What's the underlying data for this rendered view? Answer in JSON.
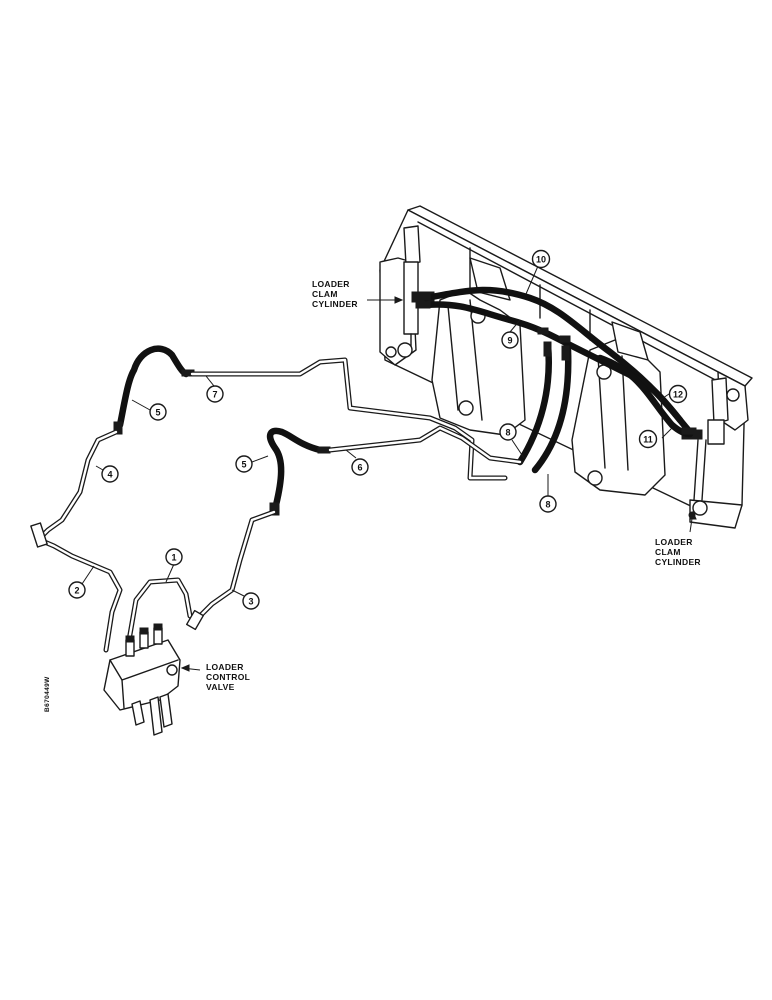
{
  "callouts": {
    "c1": "1",
    "c2": "2",
    "c3": "3",
    "c4": "4",
    "c5a": "5",
    "c5b": "5",
    "c6": "6",
    "c7": "7",
    "c8a": "8",
    "c8b": "8",
    "c9": "9",
    "c10": "10",
    "c11": "11",
    "c12": "12"
  },
  "labels": {
    "left_cylinder": [
      "LOADER",
      "CLAM",
      "CYLINDER"
    ],
    "right_cylinder": [
      "LOADER",
      "CLAM",
      "CYLINDER"
    ],
    "control_valve": [
      "LOADER",
      "CONTROL",
      "VALVE"
    ]
  },
  "reference_code": "B670449W"
}
